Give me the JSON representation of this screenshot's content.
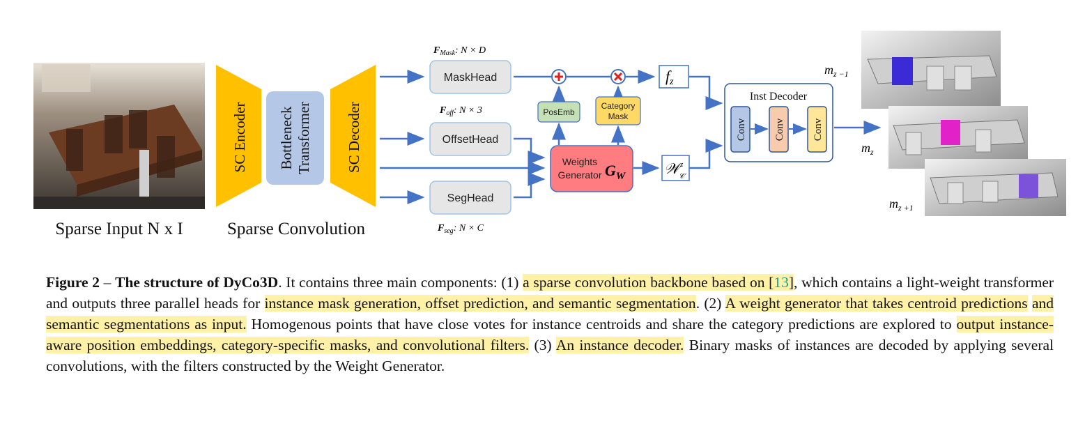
{
  "diagram": {
    "input_label": "Sparse Input N x I",
    "sc_label": "Sparse Convolution",
    "sc_encoder": "SC Encoder",
    "bottleneck": [
      "Bottleneck",
      "Transformer"
    ],
    "sc_decoder": "SC Decoder",
    "mask_feat": "F",
    "mask_feat_sub": "Mask",
    "mask_feat_dims": ": N × D",
    "off_feat": "F",
    "off_feat_sub": "off",
    "off_feat_dims": ": N × 3",
    "seg_feat": "F",
    "seg_feat_sub": "seg",
    "seg_feat_dims": ": N × C",
    "mask_head": "MaskHead",
    "offset_head": "OffsetHead",
    "seg_head": "SegHead",
    "posemb": "PosEmb",
    "category_mask": [
      "Category",
      "Mask"
    ],
    "weights_gen": [
      "Weights",
      "Generator"
    ],
    "gw_symbol": "G",
    "gw_sub": "W",
    "fz": "f",
    "fz_sub": "z",
    "wc": "𝒲",
    "wc_sub": "𝒞",
    "wc_sup": "z",
    "inst_decoder": "Inst Decoder",
    "conv": "Conv",
    "m_prev": "m",
    "m_prev_sub": "z −1",
    "m_cur": "m",
    "m_cur_sub": "z",
    "m_next": "m",
    "m_next_sub": "z +1"
  },
  "colors": {
    "arrow": "#4472c4",
    "encoder": "#ffc000",
    "bottleneck": "#b4c7e7",
    "head": "#e7e6e6",
    "posemb": "#c5e0b4",
    "category_mask": "#ffd966",
    "weights_gen": "#ff7c80",
    "conv1": "#b4c7e7",
    "conv2": "#f8cbad",
    "conv3": "#ffe699",
    "highlight": "#fff2a8",
    "instance_blue": "#3a2bd6",
    "instance_magenta": "#e022c8",
    "instance_purple": "#7b52d9"
  },
  "caption": {
    "fig_label": "Figure 2",
    "dash": " – ",
    "fig_title": "The structure of DyCo3D",
    "p1": ". It contains three main components: (1) ",
    "h1": "a sparse convolution backbone based on [",
    "ref": "13",
    "h1b": "]",
    "p2": ", which contains a light-weight transformer and outputs three parallel heads for ",
    "h2": "instance mask generation, offset prediction, and semantic segmentation",
    "p3": ". (2) ",
    "h3": "A weight generator that takes centroid predictions",
    "p4": " ",
    "h4": "and semantic segmentations as input.",
    "p5": " Homogenous points that have close votes for instance centroids and share the category predictions are explored to ",
    "h5": "output instance-aware position embeddings, category-specific masks, and convolutional filters.",
    "p6": " (3) ",
    "h6": "An instance decoder.",
    "p7": " Binary masks of instances are decoded by applying several convolutions, with the filters constructed by the Weight Generator."
  }
}
